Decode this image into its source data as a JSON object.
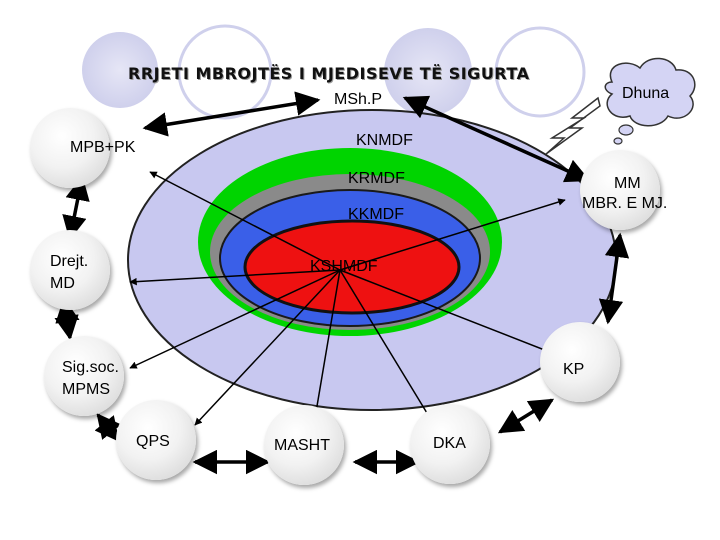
{
  "title": "RRJETI MBROJTËS I MJEDISEVE TË SIGURTA",
  "center_rings": {
    "knmdf": "KNMDF",
    "krmdf": "KRMDF",
    "kkmdf": "KKMDF",
    "kshmdf": "KSHMDF"
  },
  "nodes": {
    "mshp": "MSh.P",
    "dhuna": "Dhuna",
    "mpb_pk": "MPB+PK",
    "mm_line1": "MM",
    "mm_line2": "MBR. E MJ.",
    "drejt_line1": "Drejt.",
    "drejt_line2": "MD",
    "sigsoc_line1": "Sig.soc.",
    "sigsoc_line2": "MPMS",
    "kp": "KP",
    "qps": "QPS",
    "masht": "MASHT",
    "dka": "DKA"
  },
  "colors": {
    "outer_ring": "#c8c8f0",
    "green_ring": "#00d400",
    "gray_ring": "#8a8a8a",
    "blue_ring": "#3a5fe8",
    "red_center": "#ee1111",
    "cloud": "#d4d4f4"
  }
}
